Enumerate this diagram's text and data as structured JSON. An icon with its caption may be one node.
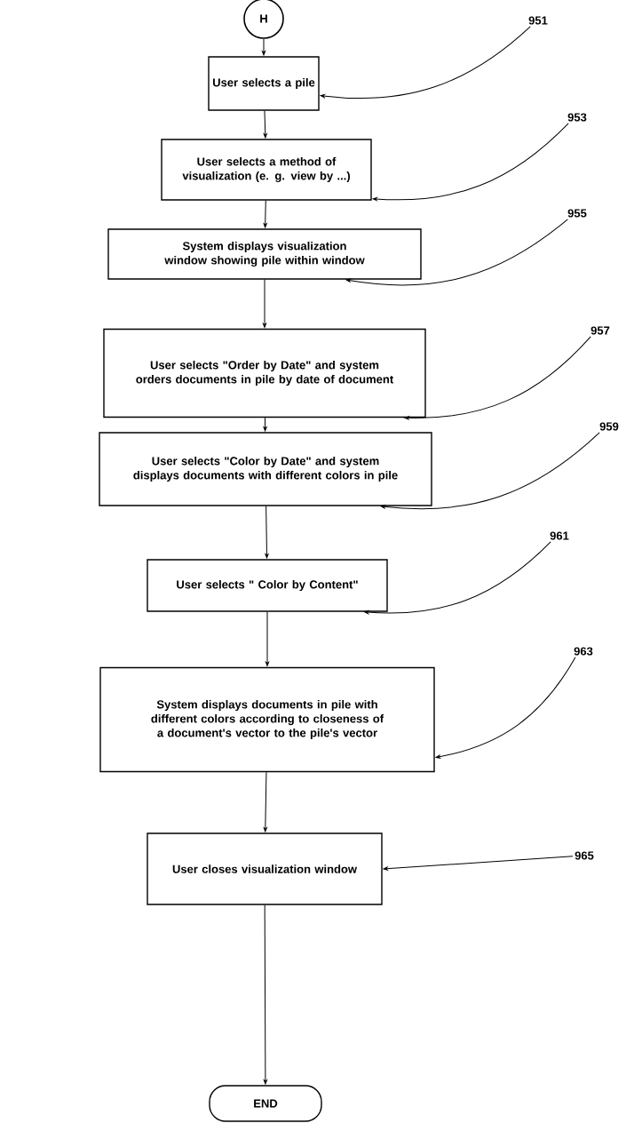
{
  "diagram": {
    "nodes": [
      {
        "text": [
          "H"
        ]
      },
      {
        "text": [
          "User selects a pile"
        ]
      },
      {
        "text": [
          "User selects a method of visualization (e. g. view by ...)"
        ]
      },
      {
        "text": [
          "System displays visualization window showing pile within window"
        ]
      },
      {
        "text": [
          "User selects \"Order by Date\" and system orders documents in pile by date of document"
        ]
      },
      {
        "text": [
          "User selects \"Color by Date\" and system displays documents with different colors in pile"
        ]
      },
      {
        "text": [
          "User selects \" Color by Content\""
        ]
      },
      {
        "text": [
          "System displays documents in pile with different colors according to closeness of a document's vector to the pile's vector"
        ]
      },
      {
        "text": [
          "User closes visualization window"
        ]
      },
      {
        "text": [
          "END"
        ]
      },
      {
        "text": [
          "951"
        ]
      },
      {
        "text": [
          "953"
        ]
      },
      {
        "text": [
          "955"
        ]
      },
      {
        "text": [
          "957"
        ]
      },
      {
        "text": [
          "959"
        ]
      },
      {
        "text": [
          "961"
        ]
      },
      {
        "text": [
          "963"
        ]
      },
      {
        "text": [
          "965"
        ]
      }
    ],
    "edges": [
      {
        "from": 0,
        "to": 1,
        "arrow": "to"
      },
      {
        "from": 1,
        "to": 2,
        "arrow": "to"
      },
      {
        "from": 2,
        "to": 3,
        "arrow": "to"
      },
      {
        "from": 3,
        "to": 4,
        "arrow": "to"
      },
      {
        "from": 4,
        "to": 5,
        "arrow": "to"
      },
      {
        "from": 5,
        "to": 6,
        "arrow": "to"
      },
      {
        "from": 6,
        "to": 7,
        "arrow": "to"
      },
      {
        "from": 7,
        "to": 8,
        "arrow": "to"
      },
      {
        "from": 8,
        "to": 9,
        "arrow": "to"
      },
      {
        "from": 10,
        "to": 1,
        "arrow": "to"
      },
      {
        "from": 11,
        "to": 2,
        "arrow": "to"
      },
      {
        "from": 12,
        "to": 3,
        "arrow": "to"
      },
      {
        "from": 13,
        "to": 4,
        "arrow": "to"
      },
      {
        "from": 14,
        "to": 5,
        "arrow": "to"
      },
      {
        "from": 15,
        "to": 6,
        "arrow": "to"
      },
      {
        "from": 16,
        "to": 7,
        "arrow": "to"
      },
      {
        "from": 17,
        "to": 8,
        "arrow": "to"
      }
    ]
  }
}
